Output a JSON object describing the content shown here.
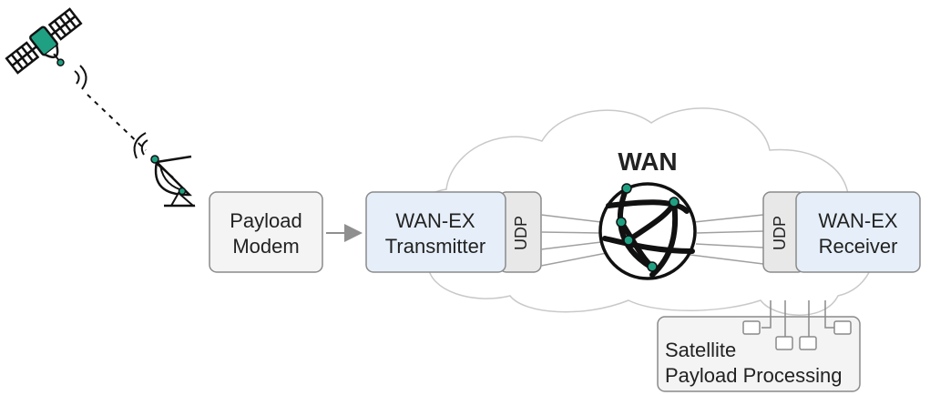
{
  "wan": {
    "title": "WAN"
  },
  "modem": {
    "line1": "Payload",
    "line2": "Modem"
  },
  "transmitter": {
    "line1": "WAN-EX",
    "line2": "Transmitter",
    "udp": "UDP"
  },
  "receiver": {
    "line1": "WAN-EX",
    "line2": "Receiver",
    "udp": "UDP"
  },
  "processing": {
    "line1": "Satellite",
    "line2": "Payload Processing"
  },
  "colors": {
    "accent": "#1fa082",
    "box_fill": "#f4f4f4",
    "box_fill_blue": "#e6eff9",
    "stroke": "#8a8a8a",
    "udp_fill": "#e8e8e8"
  },
  "icons": [
    "satellite-icon",
    "signal-waves-icon",
    "dish-antenna-icon",
    "wan-globe-icon",
    "arrow-right-icon"
  ]
}
